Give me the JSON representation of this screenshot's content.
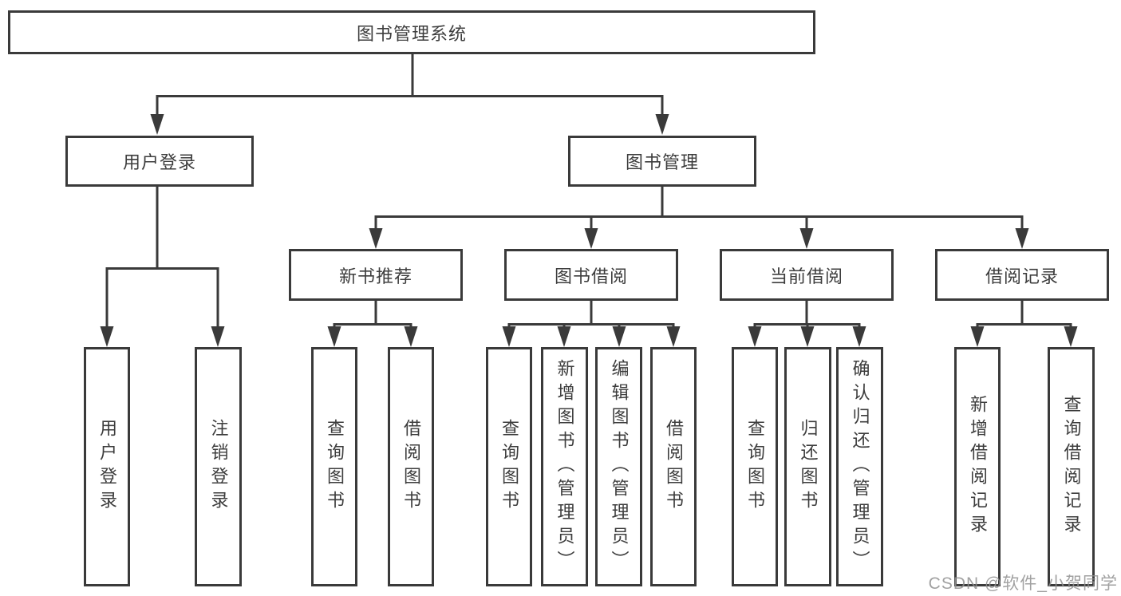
{
  "diagram": {
    "title": "图书管理系统",
    "tree": {
      "root": {
        "label": "图书管理系统"
      },
      "children": [
        {
          "label": "用户登录",
          "children": [
            {
              "label": "用户登录"
            },
            {
              "label": "注销登录"
            }
          ]
        },
        {
          "label": "图书管理",
          "children": [
            {
              "label": "新书推荐",
              "children": [
                {
                  "label": "查询图书"
                },
                {
                  "label": "借阅图书"
                }
              ]
            },
            {
              "label": "图书借阅",
              "children": [
                {
                  "label": "查询图书"
                },
                {
                  "label": "新增图书（管理员）"
                },
                {
                  "label": "编辑图书（管理员）"
                },
                {
                  "label": "借阅图书"
                }
              ]
            },
            {
              "label": "当前借阅",
              "children": [
                {
                  "label": "查询图书"
                },
                {
                  "label": "归还图书"
                },
                {
                  "label": "确认归还（管理员）"
                }
              ]
            },
            {
              "label": "借阅记录",
              "children": [
                {
                  "label": "新增借阅记录"
                },
                {
                  "label": "查询借阅记录"
                }
              ]
            }
          ]
        }
      ]
    }
  },
  "watermark": "CSDN @软件_小贺同学",
  "colors": {
    "line": "#3a3a3a",
    "box_border": "#3a3a3a",
    "text": "#3d3d3d",
    "watermark": "#919191",
    "background": "#ffffff"
  }
}
